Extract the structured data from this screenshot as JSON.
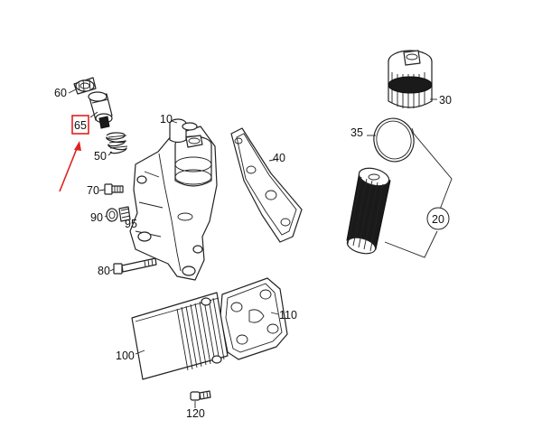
{
  "callouts": [
    {
      "id": "c10",
      "text": "10"
    },
    {
      "id": "c20",
      "text": "20"
    },
    {
      "id": "c30",
      "text": "30"
    },
    {
      "id": "c35",
      "text": "35"
    },
    {
      "id": "c40",
      "text": "40"
    },
    {
      "id": "c50",
      "text": "50"
    },
    {
      "id": "c60",
      "text": "60"
    },
    {
      "id": "c65",
      "text": "65"
    },
    {
      "id": "c70",
      "text": "70"
    },
    {
      "id": "c80",
      "text": "80"
    },
    {
      "id": "c90",
      "text": "90"
    },
    {
      "id": "c95",
      "text": "95"
    },
    {
      "id": "c100",
      "text": "100"
    },
    {
      "id": "c110",
      "text": "110"
    },
    {
      "id": "c120",
      "text": "120"
    }
  ],
  "highlight": {
    "callout": "65",
    "color": "#e0211f"
  }
}
